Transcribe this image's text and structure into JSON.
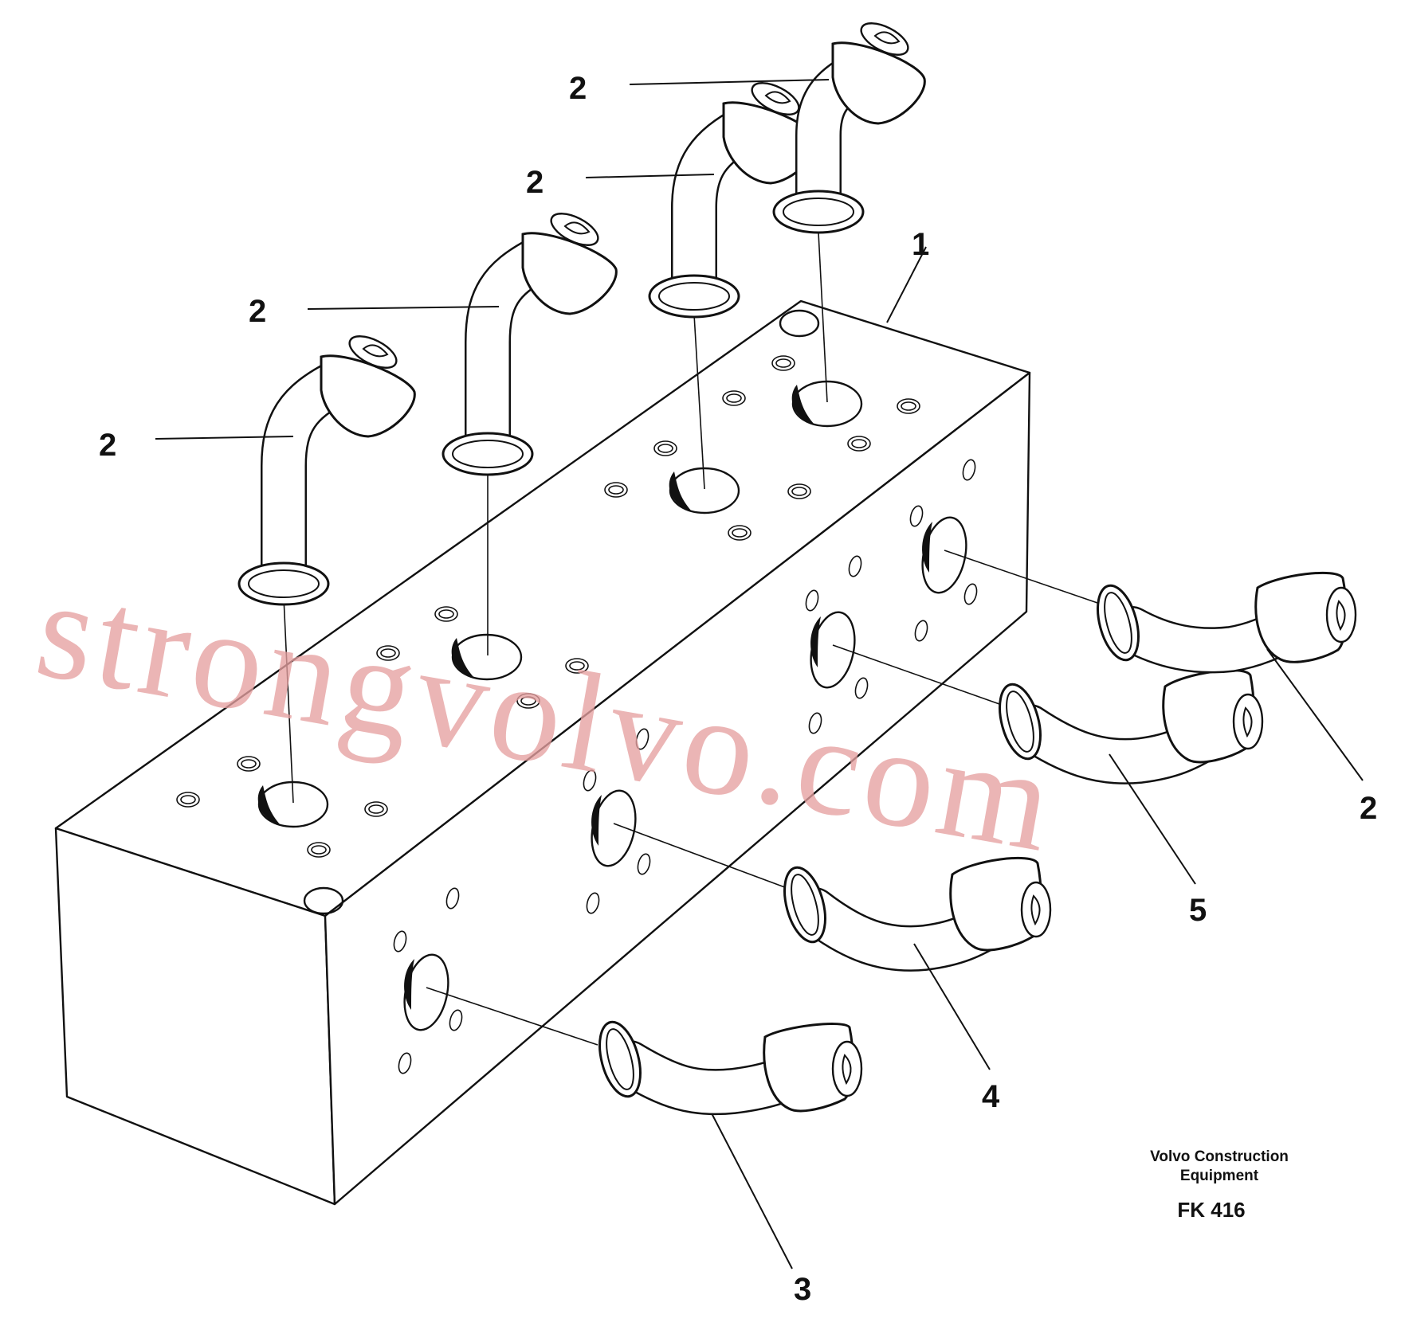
{
  "callouts": {
    "c1": "1",
    "c2a": "2",
    "c2b": "2",
    "c2c": "2",
    "c2d": "2",
    "c2e": "2",
    "c3": "3",
    "c4": "4",
    "c5": "5"
  },
  "caption": {
    "line1": "Volvo Construction",
    "line2": "Equipment",
    "code": "FK 416"
  },
  "watermark": {
    "text": "strongvolvo.com",
    "color": "#e5a0a0"
  }
}
